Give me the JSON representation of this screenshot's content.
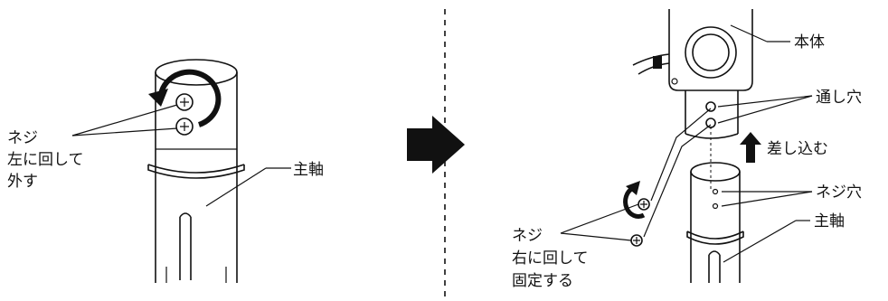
{
  "left_panel": {
    "screw_label": "ネジ",
    "action_line1": "左に回して",
    "action_line2": "外す",
    "shaft_label": "主軸"
  },
  "right_panel": {
    "body_label": "本体",
    "through_hole_label": "通し穴",
    "insert_label": "差し込む",
    "screw_hole_label": "ネジ穴",
    "shaft_label": "主軸",
    "screw_label": "ネジ",
    "action_line1": "右に回して",
    "action_line2": "固定する"
  },
  "icons": {
    "step_arrow": "right-arrow-icon",
    "rotate_left": "rotate-counterclockwise-icon",
    "rotate_right": "rotate-clockwise-icon",
    "insert_arrow": "up-arrow-icon"
  },
  "colors": {
    "ink": "#111111",
    "background": "#ffffff"
  }
}
